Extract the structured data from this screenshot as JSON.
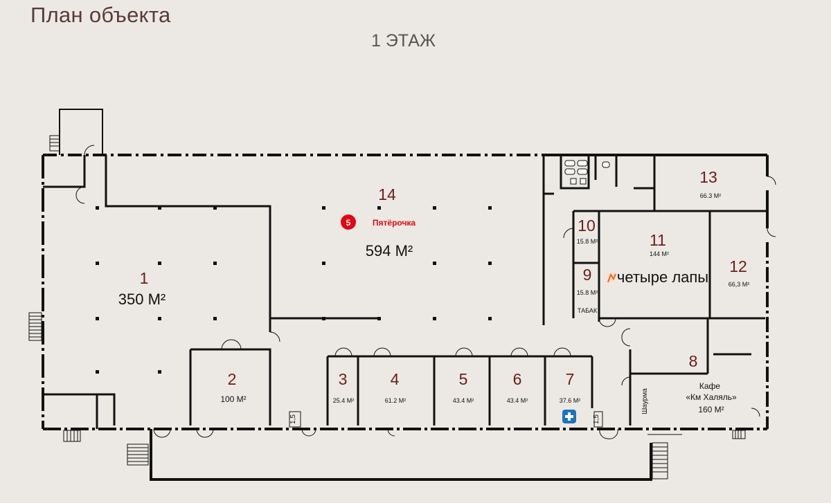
{
  "header": {
    "title": "План объекта",
    "floor": "1 ЭТАЖ"
  },
  "units": [
    {
      "number": "1",
      "area": "350 М²"
    },
    {
      "number": "2",
      "area": "100 М²"
    },
    {
      "number": "3",
      "area": "25.4 М²"
    },
    {
      "number": "4",
      "area": "61.2 М²"
    },
    {
      "number": "5",
      "area": "43.4 М²"
    },
    {
      "number": "6",
      "area": "43.4 М²"
    },
    {
      "number": "7",
      "area": "37.6 М²"
    },
    {
      "number": "8",
      "area": "160 М²",
      "name_line1": "Кафе",
      "name_line2": "«Км Халяль»"
    },
    {
      "number": "9",
      "area": "15.8 М²",
      "tenant": "ТАБАК"
    },
    {
      "number": "10",
      "area": "15.8 М²"
    },
    {
      "number": "11",
      "area": "144 М²",
      "tenant": "четыре лапы"
    },
    {
      "number": "12",
      "area": "66,3 М²"
    },
    {
      "number": "13",
      "area": "66.3 М²"
    },
    {
      "number": "14",
      "area": "594 М²",
      "tenant": "Пятёрочка",
      "tenant_badge": "5"
    }
  ],
  "labels": {
    "shawarma": "Шаурма",
    "step_a": "1,5",
    "step_b": "1,5"
  },
  "colors": {
    "background": "#ece9e4",
    "wall": "#111111",
    "unit_number": "#6e1b1b",
    "pyaterochka_red": "#e30613",
    "pharmacy_blue": "#1e73be",
    "lapy_orange": "#f26a21"
  },
  "icons": [
    "pyaterochka-logo-icon",
    "pharmacy-cross-icon",
    "cat-paw-logo-icon",
    "staircase-icon",
    "door-swing-icon",
    "toilet-icon"
  ]
}
